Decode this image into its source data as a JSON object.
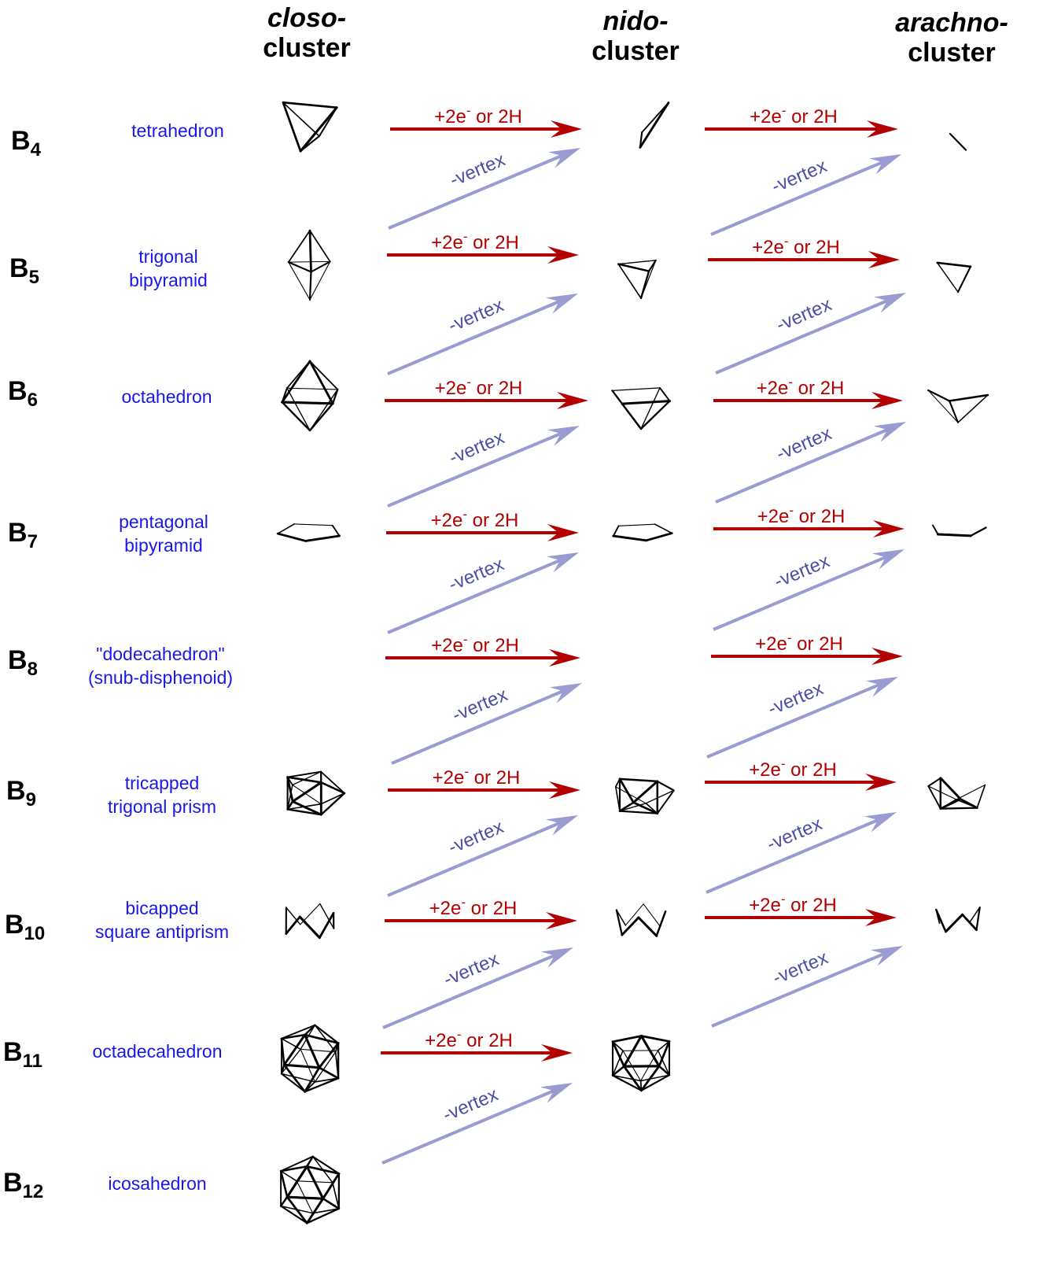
{
  "headers": [
    {
      "prefix": "closo-",
      "suffix": "cluster"
    },
    {
      "prefix": "nido-",
      "suffix": "cluster"
    },
    {
      "prefix": "arachno-",
      "suffix": "cluster"
    }
  ],
  "rows": [
    {
      "element": "B",
      "n": "4",
      "shape": [
        "tetrahedron"
      ]
    },
    {
      "element": "B",
      "n": "5",
      "shape": [
        "trigonal",
        "bipyramid"
      ]
    },
    {
      "element": "B",
      "n": "6",
      "shape": [
        "octahedron"
      ]
    },
    {
      "element": "B",
      "n": "7",
      "shape": [
        "pentagonal",
        "bipyramid"
      ]
    },
    {
      "element": "B",
      "n": "8",
      "shape": [
        "\"dodecahedron\"",
        "(snub-disphenoid)"
      ]
    },
    {
      "element": "B",
      "n": "9",
      "shape": [
        "tricapped",
        "trigonal prism"
      ]
    },
    {
      "element": "B",
      "n": "10",
      "shape": [
        "bicapped",
        "square antiprism"
      ]
    },
    {
      "element": "B",
      "n": "11",
      "shape": [
        "octadecahedron"
      ]
    },
    {
      "element": "B",
      "n": "12",
      "shape": [
        "icosahedron"
      ]
    }
  ],
  "arrows": {
    "add_label_main": "+2e",
    "add_label_sup": "-",
    "add_label_tail": " or 2H",
    "remove_label": "-vertex"
  },
  "colors": {
    "red_arrow": "#b30000",
    "blue_arrow": "#9a9bd0",
    "name_text": "#1818e8",
    "blue_label": "#4a4fa5"
  }
}
